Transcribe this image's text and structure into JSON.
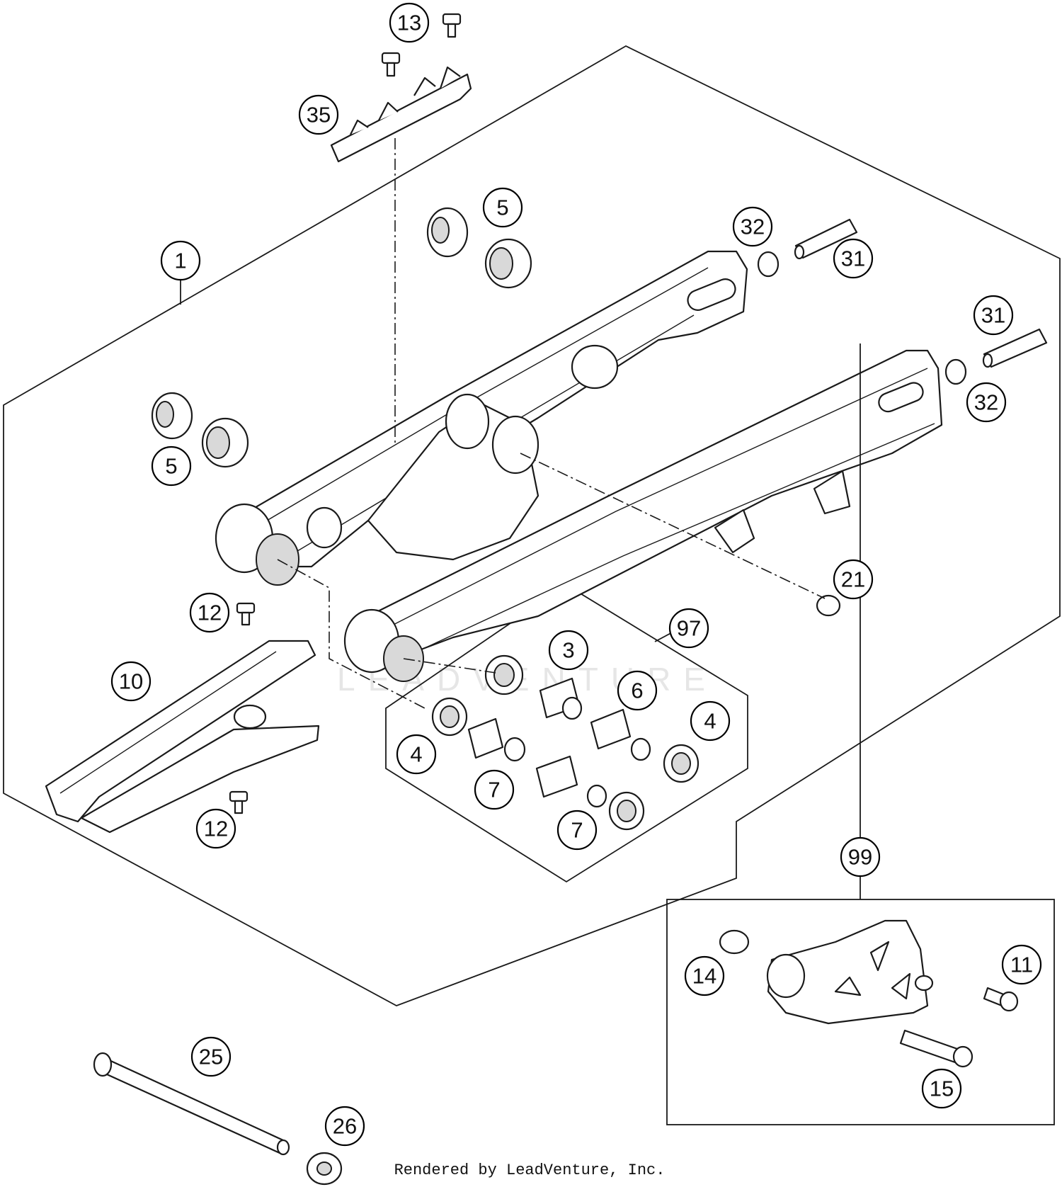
{
  "watermark": "LEADVENTURE",
  "credit": "Rendered by LeadVenture, Inc.",
  "callouts": {
    "c1": "1",
    "c3": "3",
    "c4a": "4",
    "c4b": "4",
    "c5a": "5",
    "c5b": "5",
    "c6": "6",
    "c7a": "7",
    "c7b": "7",
    "c10": "10",
    "c11": "11",
    "c12a": "12",
    "c12b": "12",
    "c13": "13",
    "c14": "14",
    "c15": "15",
    "c21": "21",
    "c25": "25",
    "c26": "26",
    "c31a": "31",
    "c31b": "31",
    "c32a": "32",
    "c32b": "32",
    "c35": "35",
    "c97": "97",
    "c99": "99"
  }
}
